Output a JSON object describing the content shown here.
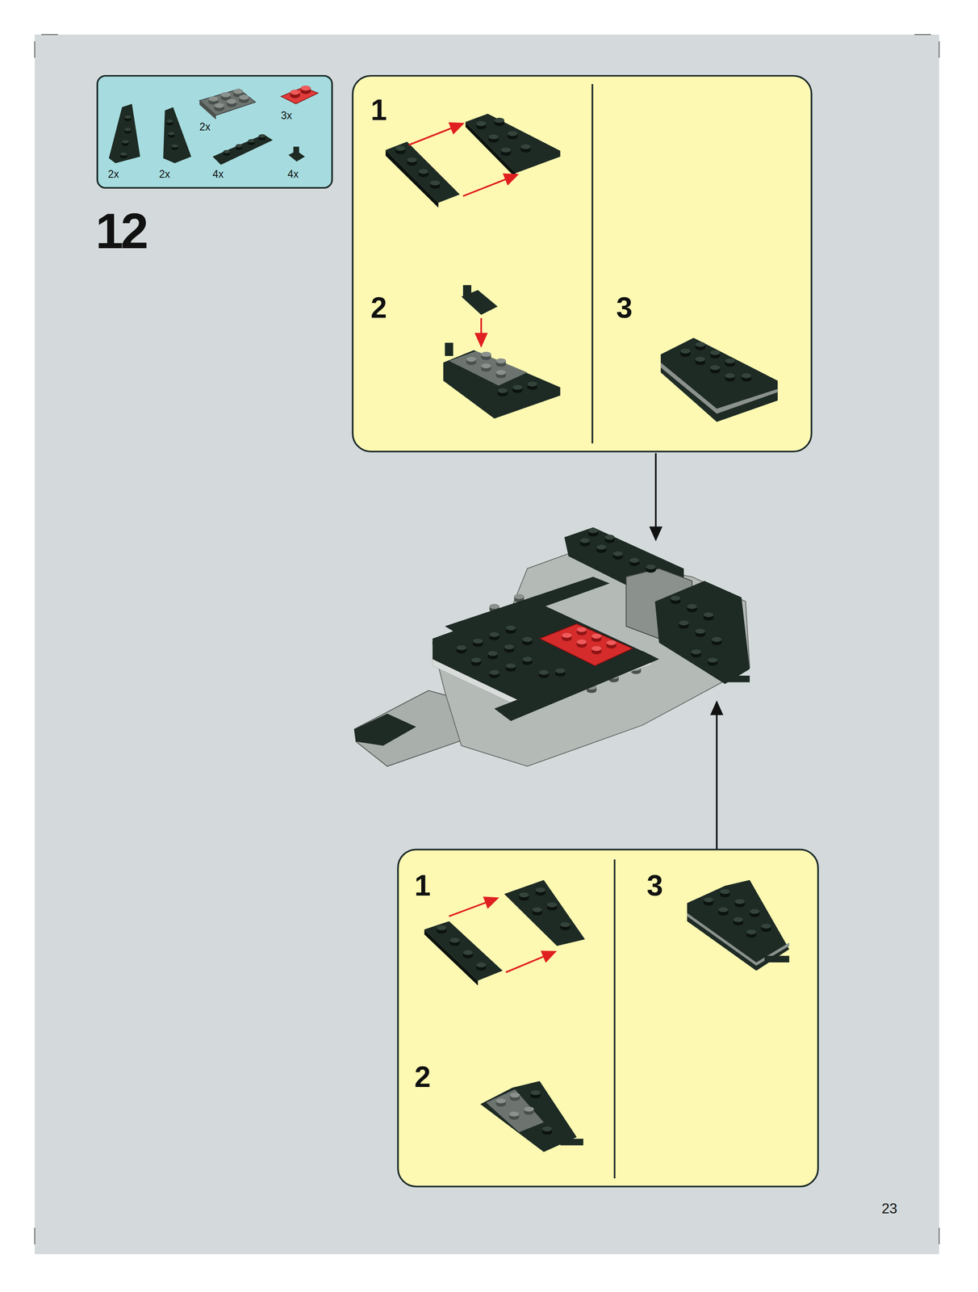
{
  "diagram": {
    "nodes": [
      {
        "text": [
          "2x",
          "3x",
          "2x",
          "2x",
          "4x",
          "4x"
        ]
      },
      {
        "text": [
          "1",
          "2",
          "3"
        ]
      },
      {
        "text": [
          "1",
          "3",
          "2"
        ]
      }
    ],
    "labels": [
      "12",
      "23"
    ]
  }
}
